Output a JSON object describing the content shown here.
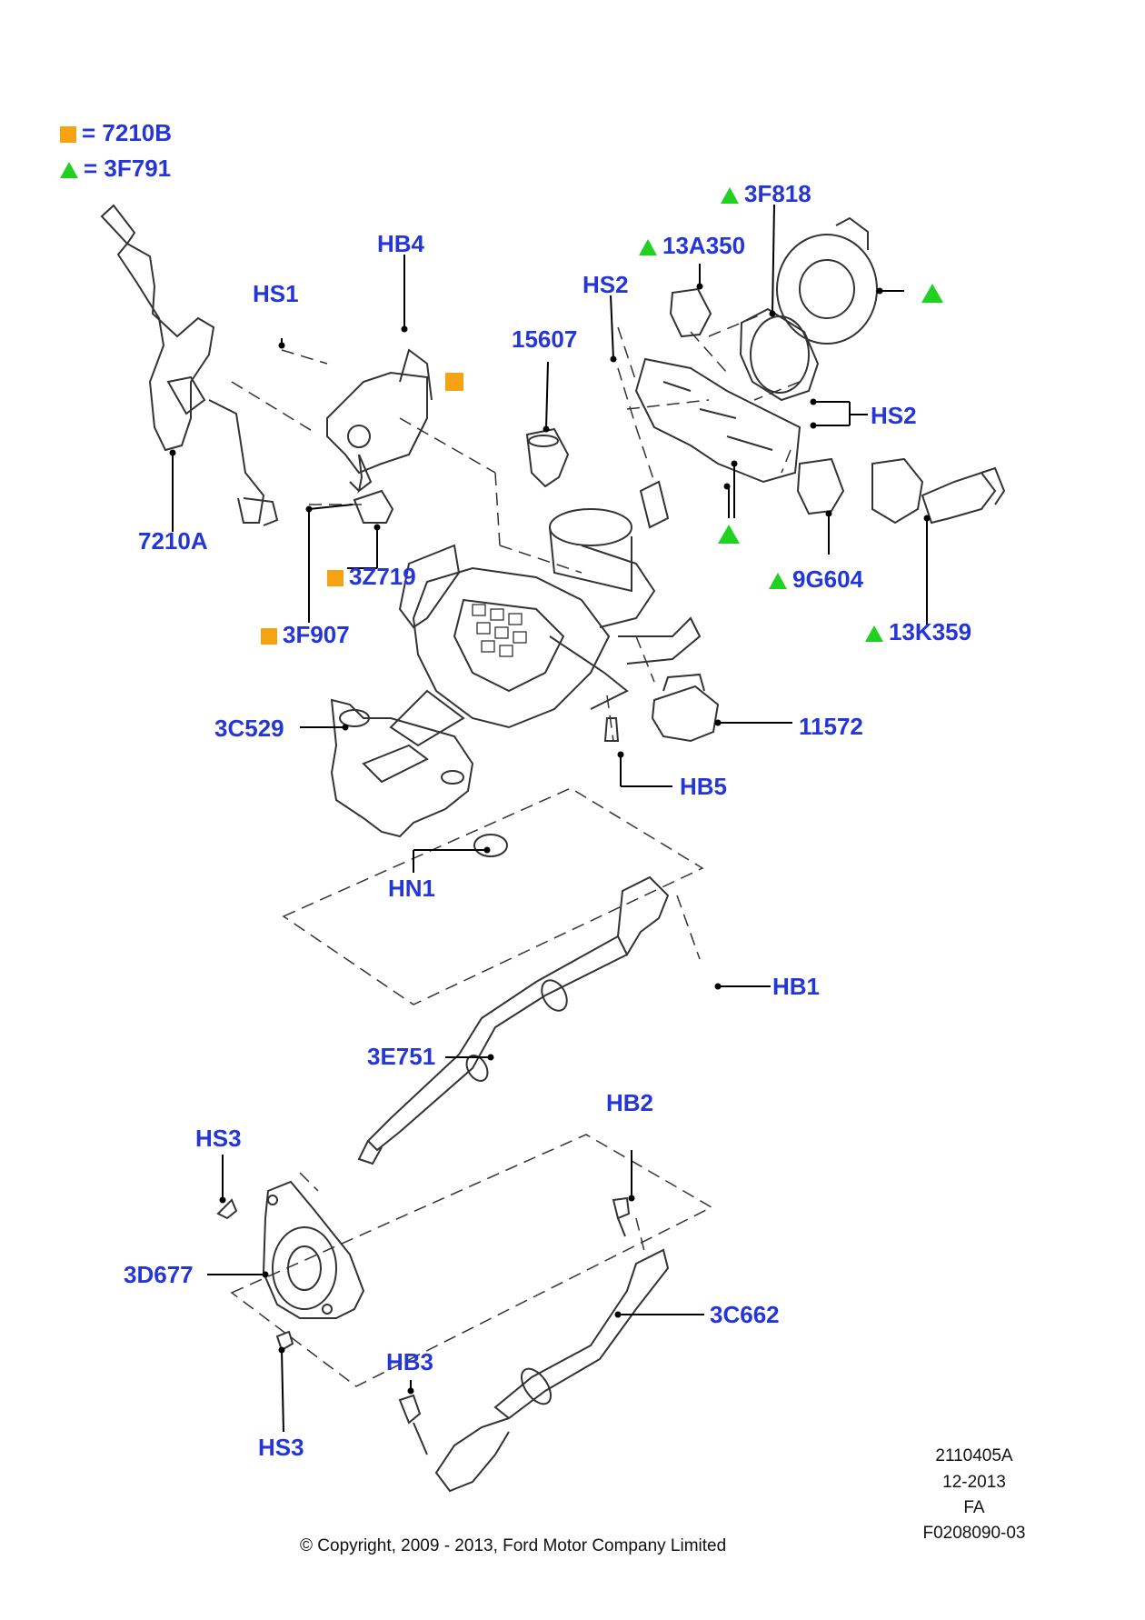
{
  "colors": {
    "label": "#2436d8",
    "square_marker": "#f5a313",
    "triangle_marker": "#1fd21f",
    "line": "#000000",
    "part": "#333333"
  },
  "legend": [
    {
      "marker": "square",
      "equals": "=",
      "code": "7210B"
    },
    {
      "marker": "triangle",
      "equals": "=",
      "code": "3F791"
    }
  ],
  "callouts": {
    "c7210A": "7210A",
    "cHS1": "HS1",
    "cHB4": "HB4",
    "c3Z719": "3Z719",
    "c3F907": "3F907",
    "c15607": "15607",
    "cHS2a": "HS2",
    "c13A350": "13A350",
    "c3F818": "3F818",
    "cHS2b": "HS2",
    "c9G604": "9G604",
    "c13K359": "13K359",
    "c3C529": "3C529",
    "c11572": "11572",
    "cHB5": "HB5",
    "cHN1": "HN1",
    "cHB1": "HB1",
    "c3E751": "3E751",
    "cHS3a": "HS3",
    "cHB2": "HB2",
    "c3D677": "3D677",
    "c3C662": "3C662",
    "cHB3": "HB3",
    "cHS3b": "HS3"
  },
  "drawing_info": {
    "id": "2110405A",
    "date": "12-2013",
    "code": "FA",
    "ref": "F0208090-03"
  },
  "copyright": "© Copyright, 2009 - 2013, Ford Motor Company Limited"
}
